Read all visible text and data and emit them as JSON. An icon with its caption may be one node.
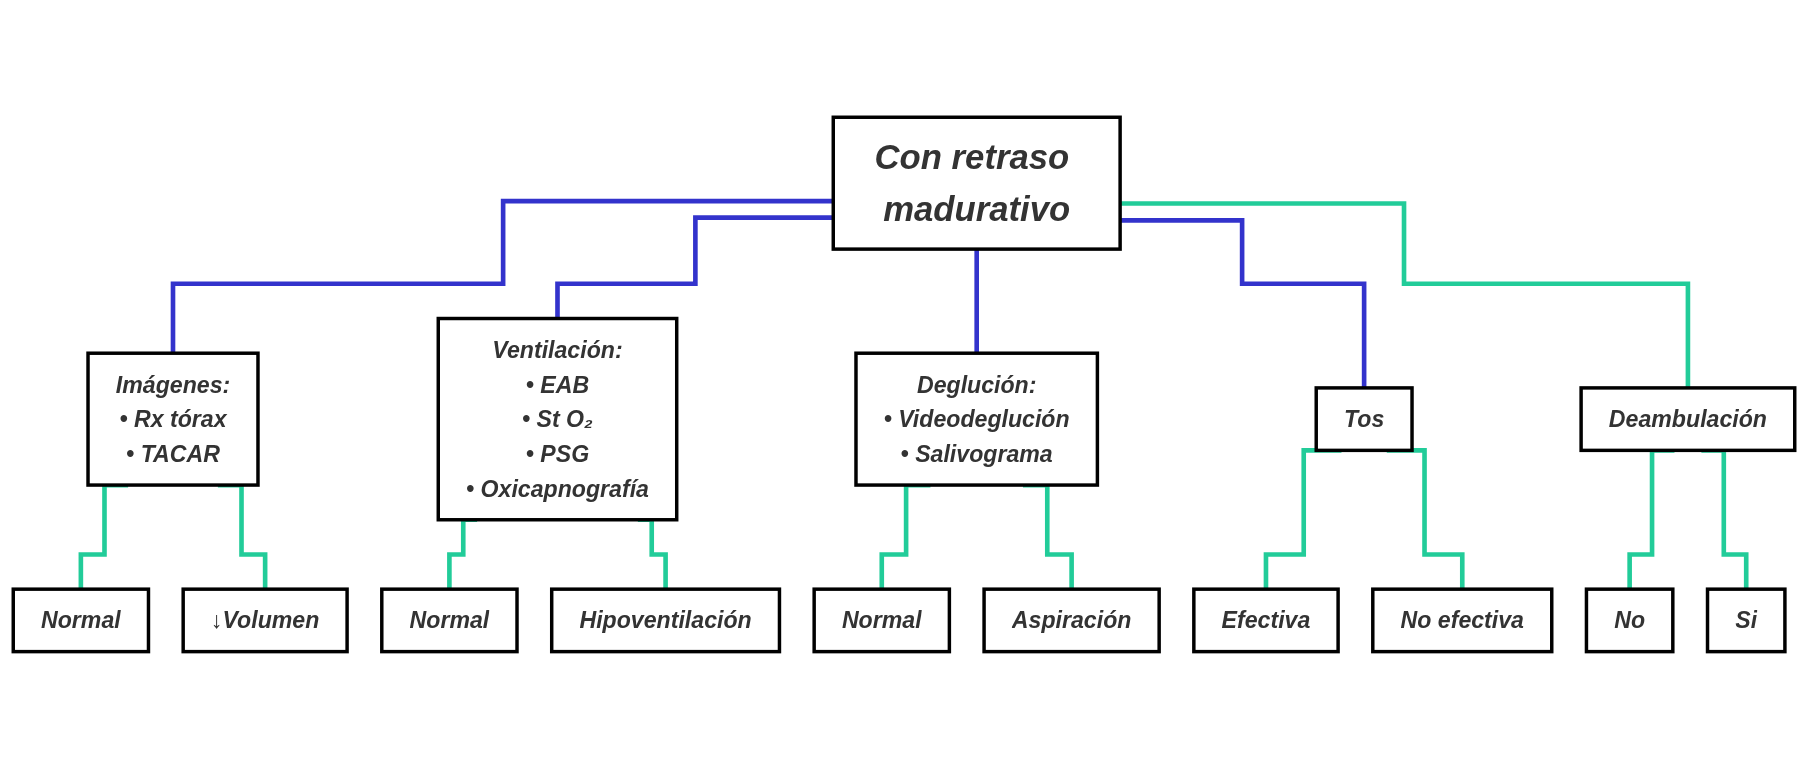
{
  "diagram": {
    "nodes": [
      {
        "text": [
          "Con retraso madurativo"
        ]
      },
      {
        "text": [
          "Imágenes:",
          "• Rx tórax",
          "• TACAR"
        ]
      },
      {
        "text": [
          "Ventilación:",
          "• EAB",
          "• St O₂",
          "• PSG",
          "• Oxicapnografía"
        ]
      },
      {
        "text": [
          "Deglución:",
          "• Videodeglución",
          "• Salivograma"
        ]
      },
      {
        "text": [
          "Tos"
        ]
      },
      {
        "text": [
          "Deambulación"
        ]
      },
      {
        "text": [
          "Normal"
        ]
      },
      {
        "text": [
          "↓Volumen"
        ]
      },
      {
        "text": [
          "Normal"
        ]
      },
      {
        "text": [
          "Hipoventilación"
        ]
      },
      {
        "text": [
          "Normal"
        ]
      },
      {
        "text": [
          "Aspiración"
        ]
      },
      {
        "text": [
          "Efectiva"
        ]
      },
      {
        "text": [
          "No efectiva"
        ]
      },
      {
        "text": [
          "No"
        ]
      },
      {
        "text": [
          "Si"
        ]
      }
    ],
    "edges": [
      {
        "from": 0,
        "to": 1,
        "arrow": "none",
        "color": "#3333cc"
      },
      {
        "from": 0,
        "to": 2,
        "arrow": "none",
        "color": "#3333cc"
      },
      {
        "from": 0,
        "to": 3,
        "arrow": "none",
        "color": "#3333cc"
      },
      {
        "from": 0,
        "to": 4,
        "arrow": "none",
        "color": "#3333cc"
      },
      {
        "from": 0,
        "to": 5,
        "arrow": "none"
      },
      {
        "from": 1,
        "to": 6,
        "arrow": "none"
      },
      {
        "from": 1,
        "to": 7,
        "arrow": "none"
      },
      {
        "from": 2,
        "to": 8,
        "arrow": "none"
      },
      {
        "from": 2,
        "to": 9,
        "arrow": "none"
      },
      {
        "from": 3,
        "to": 10,
        "arrow": "none"
      },
      {
        "from": 3,
        "to": 11,
        "arrow": "none"
      },
      {
        "from": 4,
        "to": 12,
        "arrow": "none"
      },
      {
        "from": 4,
        "to": 13,
        "arrow": "none"
      },
      {
        "from": 5,
        "to": 14,
        "arrow": "none"
      },
      {
        "from": 5,
        "to": 15,
        "arrow": "none"
      }
    ]
  }
}
